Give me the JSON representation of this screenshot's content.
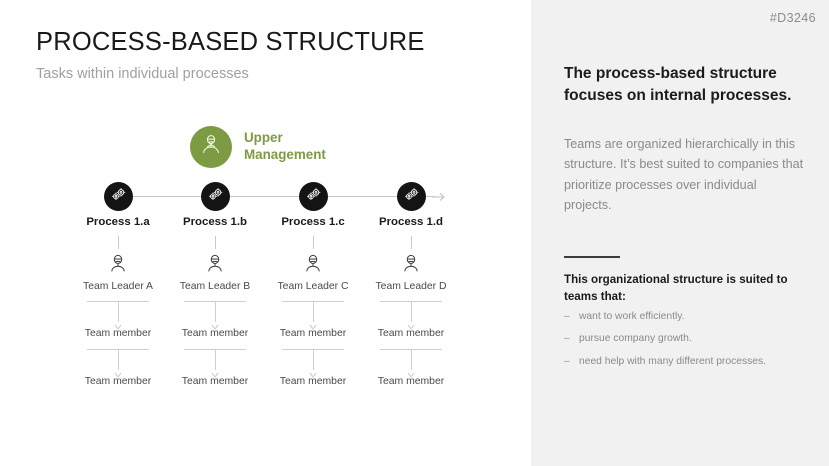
{
  "doc_tag": "#D3246",
  "title": "PROCESS-BASED STRUCTURE",
  "subtitle": "Tasks within individual processes",
  "colors": {
    "green": "#7d9b43",
    "node_dark": "#141414",
    "panel_bg": "#f1f1f1",
    "muted_text": "#8a8a8a",
    "line": "#c9c9c9"
  },
  "upper_management": {
    "label_line1": "Upper",
    "label_line2": "Management",
    "icon": "manager-person-icon"
  },
  "timeline": {
    "arrow_icon": "arrow-right-icon",
    "nodes": [
      {
        "label": "Process 1.a",
        "icon": "gears-icon"
      },
      {
        "label": "Process 1.b",
        "icon": "gears-icon"
      },
      {
        "label": "Process 1.c",
        "icon": "gears-icon"
      },
      {
        "label": "Process 1.d",
        "icon": "gears-icon"
      }
    ]
  },
  "columns": [
    {
      "leader": "Team Leader A",
      "leader_icon": "person-icon",
      "members": [
        "Team member",
        "Team member"
      ]
    },
    {
      "leader": "Team Leader B",
      "leader_icon": "person-icon",
      "members": [
        "Team member",
        "Team member"
      ]
    },
    {
      "leader": "Team Leader C",
      "leader_icon": "person-icon",
      "members": [
        "Team member",
        "Team member"
      ]
    },
    {
      "leader": "Team Leader D",
      "leader_icon": "person-icon",
      "members": [
        "Team member",
        "Team member"
      ]
    }
  ],
  "panel": {
    "heading": "The process-based structure focuses on internal processes.",
    "body": "Teams are organized hierarchically in this structure. It’s best suited to companies that prioritize processes over individual projects.",
    "subheading": "This organizational structure is suited to teams that:",
    "bullets": [
      "want to work efficiently.",
      "pursue company growth.",
      "need help with many different processes."
    ],
    "bullet_dash": "–"
  }
}
